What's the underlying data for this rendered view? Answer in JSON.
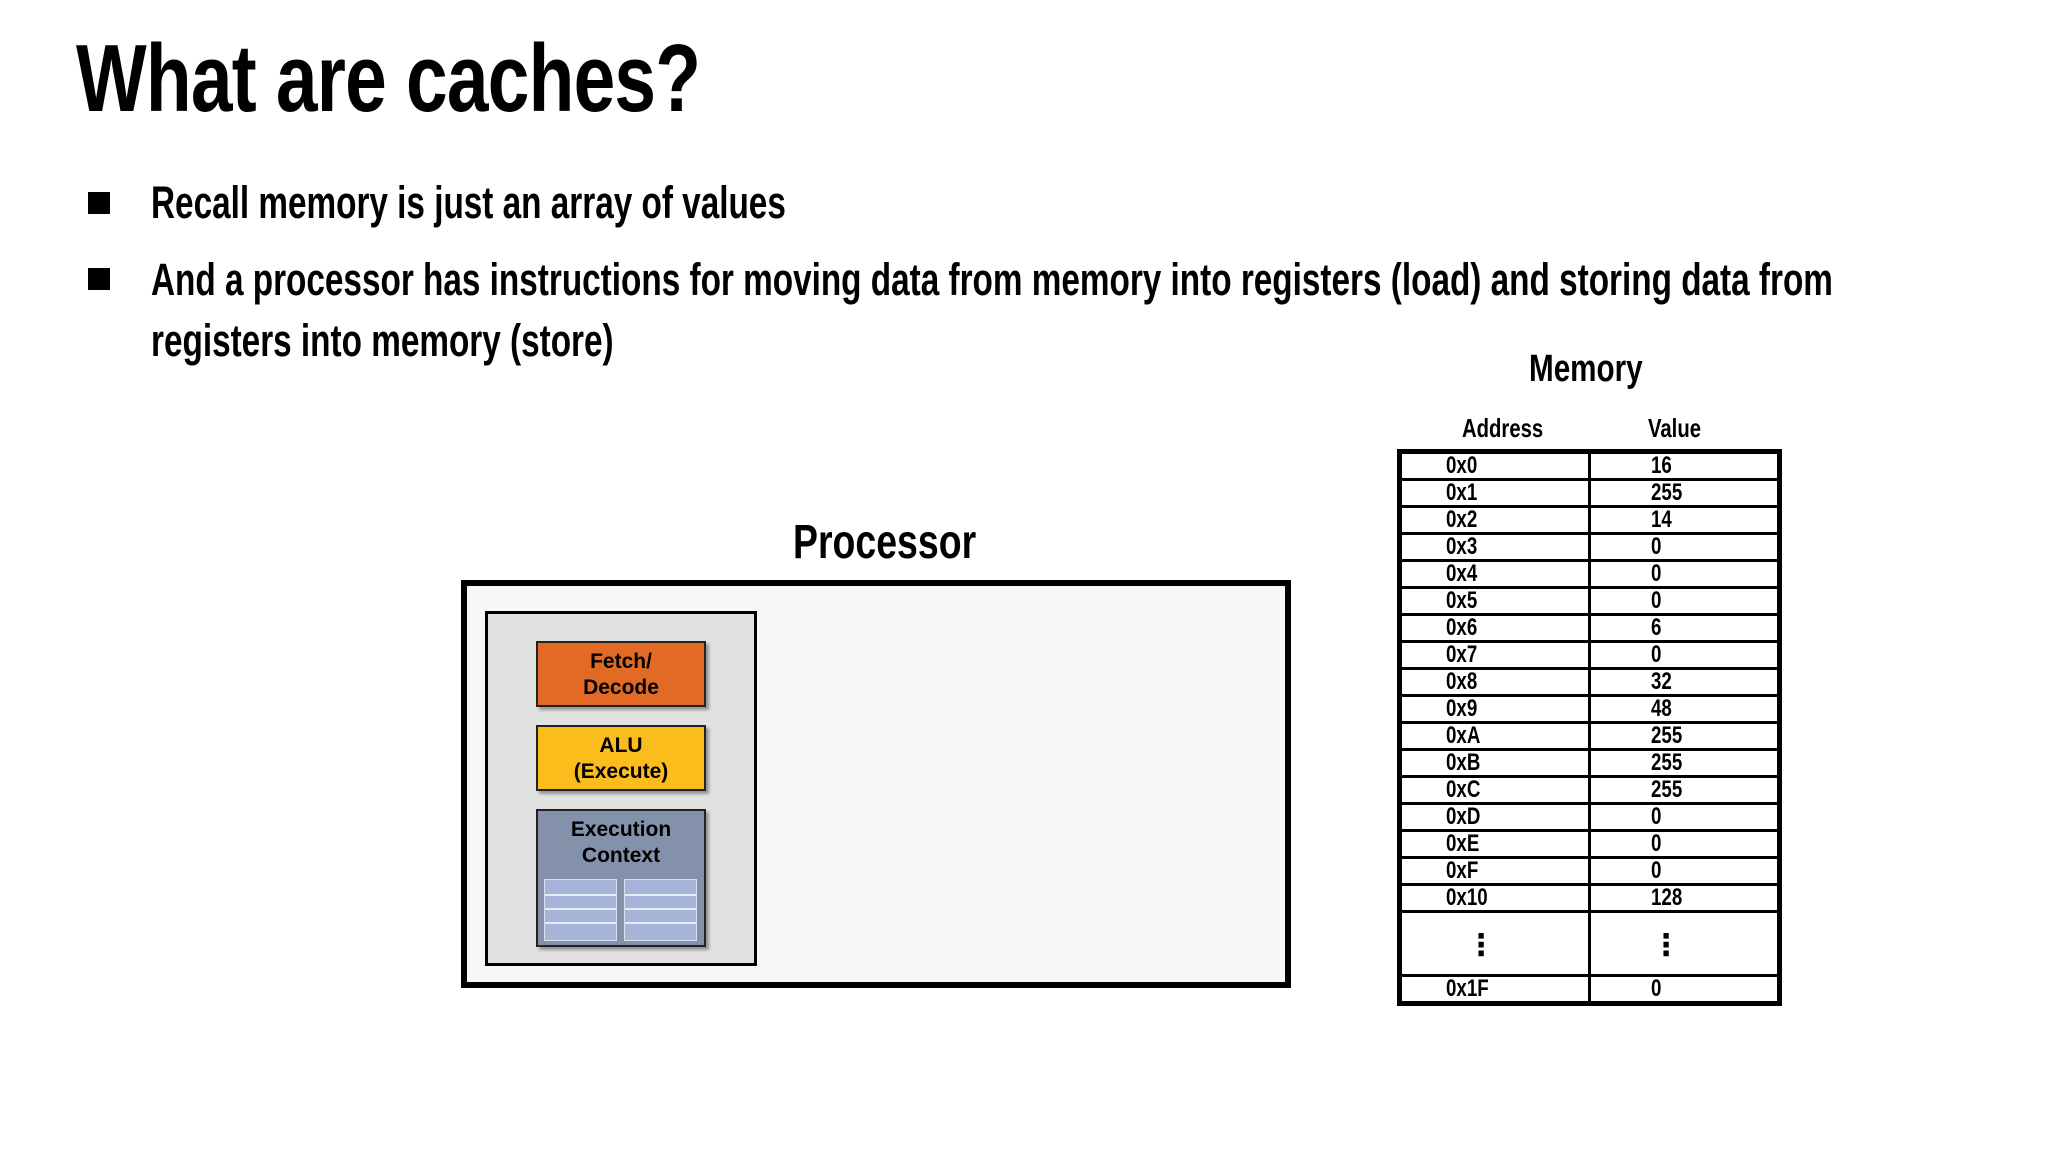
{
  "title": "What are caches?",
  "bullets": [
    {
      "lines": [
        "Recall memory is just an array of values"
      ]
    },
    {
      "lines": [
        "And a processor has instructions for moving data from memory into registers (load) and storing data from",
        "registers into memory (store)"
      ]
    }
  ],
  "processor": {
    "label": "Processor",
    "fetch_decode": [
      "Fetch/",
      "Decode"
    ],
    "alu": [
      "ALU",
      "(Execute)"
    ],
    "execution_context": [
      "Execution",
      "Context"
    ]
  },
  "memory": {
    "label": "Memory",
    "headers": {
      "address": "Address",
      "value": "Value"
    },
    "rows": [
      {
        "address": "0x0",
        "value": "16"
      },
      {
        "address": "0x1",
        "value": "255"
      },
      {
        "address": "0x2",
        "value": "14"
      },
      {
        "address": "0x3",
        "value": "0"
      },
      {
        "address": "0x4",
        "value": "0"
      },
      {
        "address": "0x5",
        "value": "0"
      },
      {
        "address": "0x6",
        "value": "6"
      },
      {
        "address": "0x7",
        "value": "0"
      },
      {
        "address": "0x8",
        "value": "32"
      },
      {
        "address": "0x9",
        "value": "48"
      },
      {
        "address": "0xA",
        "value": "255"
      },
      {
        "address": "0xB",
        "value": "255"
      },
      {
        "address": "0xC",
        "value": "255"
      },
      {
        "address": "0xD",
        "value": "0"
      },
      {
        "address": "0xE",
        "value": "0"
      },
      {
        "address": "0xF",
        "value": "0"
      },
      {
        "address": "0x10",
        "value": "128"
      }
    ],
    "ellipsis": "⋮",
    "last_row": {
      "address": "0x1F",
      "value": "0"
    }
  },
  "colors": {
    "fetch_decode": "#e26a24",
    "alu": "#fbbd1c",
    "execution_context": "#8491aa",
    "register_file": "#a6b4d7"
  }
}
